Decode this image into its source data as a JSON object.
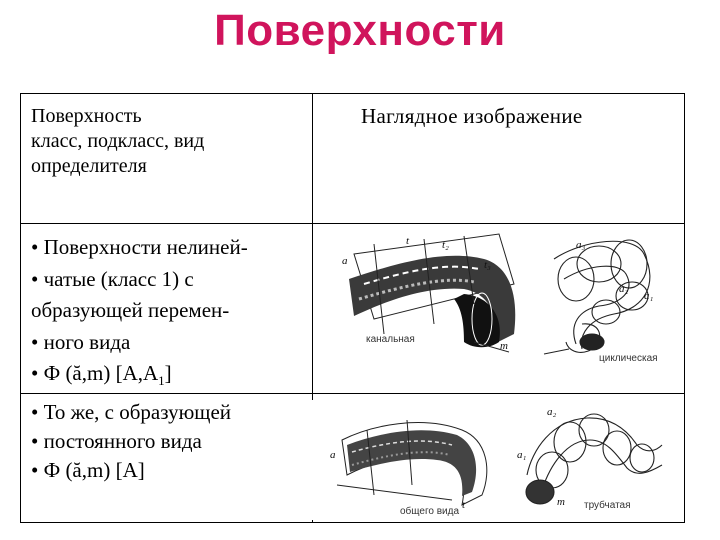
{
  "title": "Поверхности",
  "header": {
    "left_lines": [
      "Поверхность",
      "класс, подкласс, вид",
      "определителя"
    ],
    "right": "Наглядное  изображение"
  },
  "row1": {
    "lines": [
      "• Поверхности нелиней-",
      "• чатые  (класс 1) с",
      "образующей перемен-",
      "• ного вида"
    ],
    "formula_main": "• Ф (ă,m) [A,A",
    "formula_sub": "1",
    "formula_end": "]",
    "captions": {
      "left": "канальная",
      "right": "циклическая"
    },
    "labels": [
      "a",
      "t",
      "t₂",
      "t₃",
      "m",
      "a₁",
      "a₂",
      "a₃",
      "a"
    ]
  },
  "row2": {
    "lines": [
      "• То же, с образующей",
      "• постоянного вида",
      "• Ф (ă,m) [A]"
    ],
    "captions": {
      "left": "общего вида",
      "right": "трубчатая"
    },
    "labels": [
      "a",
      "a₂",
      "a₁",
      "m",
      "t"
    ]
  }
}
